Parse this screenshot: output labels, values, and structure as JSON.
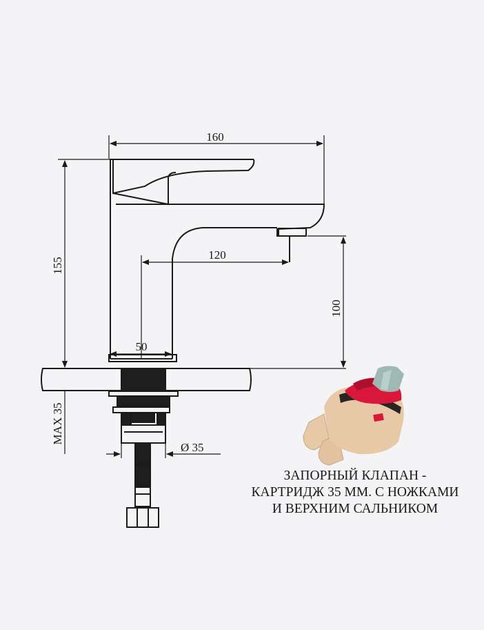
{
  "dimensions": {
    "width_top": "160",
    "height_total": "155",
    "spout_reach": "120",
    "spout_height": "100",
    "base_diameter": "50",
    "max_counter": "MAX 35",
    "hole_diameter": "Ø 35"
  },
  "caption": {
    "line1": "ЗАПОРНЫЙ КЛАПАН -",
    "line2": "КАРТРИДЖ 35 ММ. С НОЖКАМИ",
    "line3": "И ВЕРХНИМ САЛЬНИКОМ"
  },
  "colors": {
    "cartridge_body": "#e7c9a8",
    "cartridge_top": "#d8173a",
    "cartridge_stem": "#9fb8b4"
  }
}
